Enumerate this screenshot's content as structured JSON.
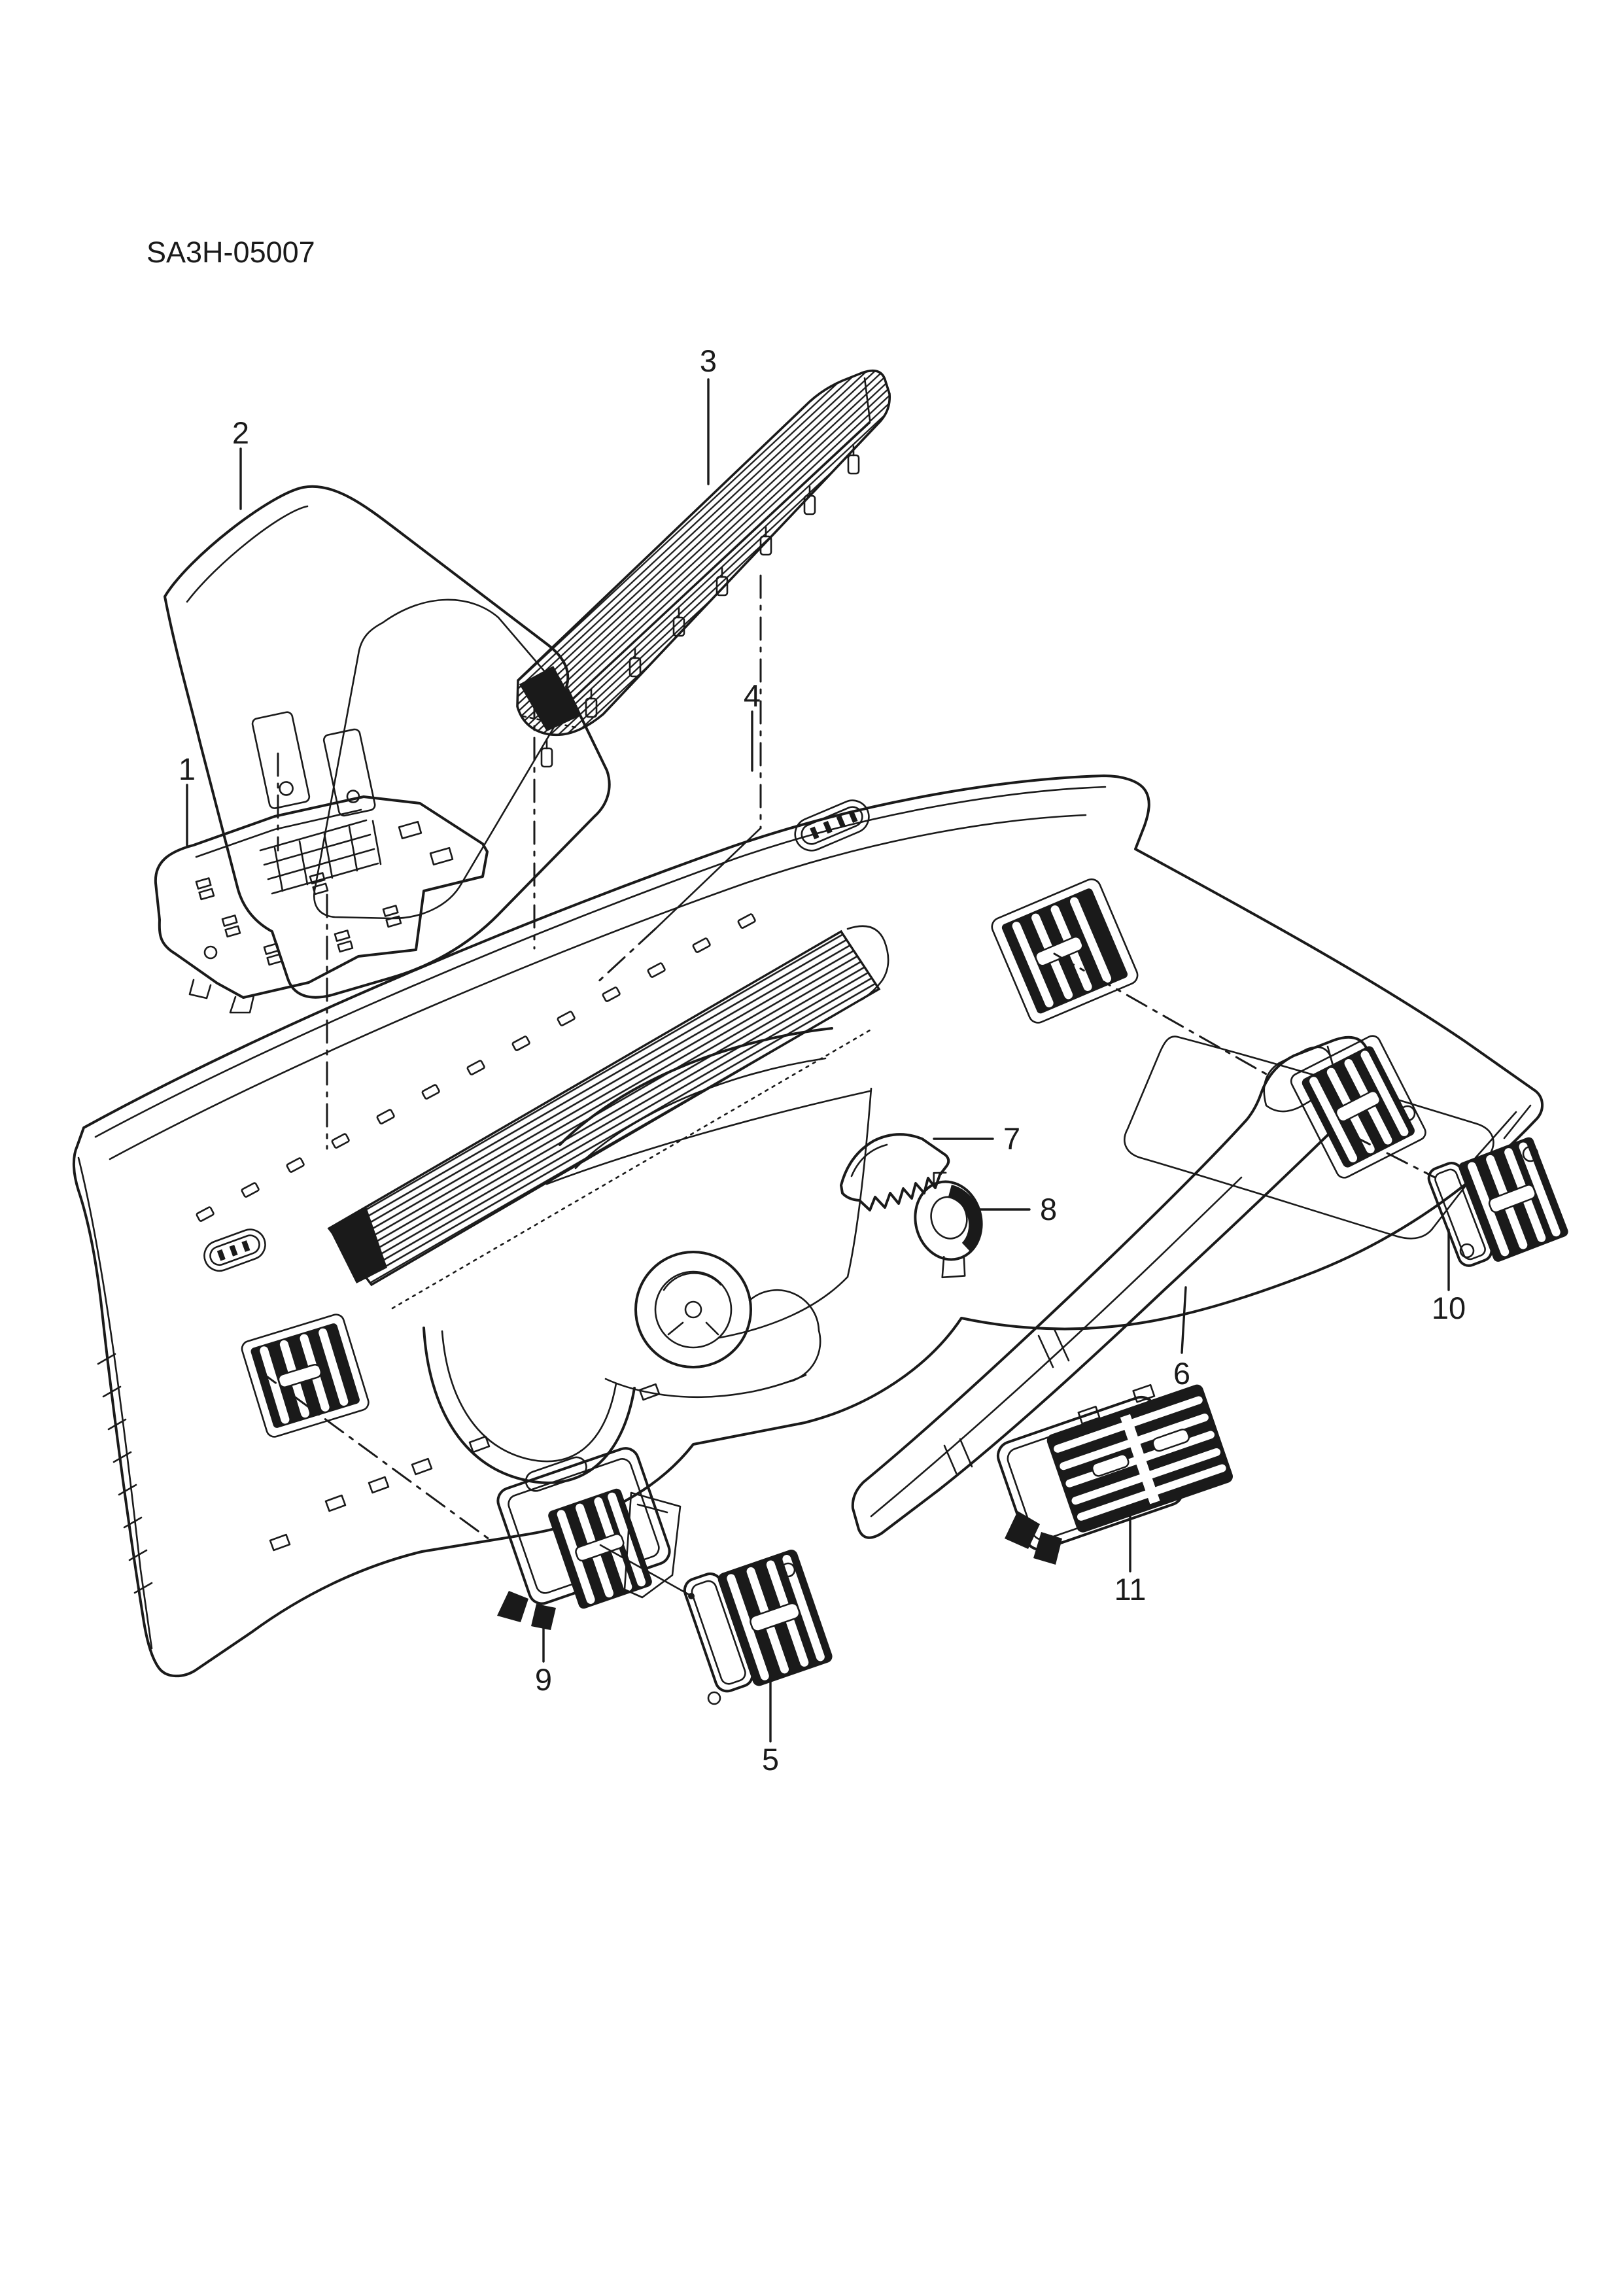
{
  "page": {
    "background_color": "#ffffff",
    "ink_color": "#1a1a1a"
  },
  "header": {
    "figure_code": "SA3H-05007"
  },
  "diagram": {
    "kind": "exploded-parts-line-drawing",
    "subject": "instrument-panel-and-vents",
    "callouts": [
      {
        "label": "1"
      },
      {
        "label": "2"
      },
      {
        "label": "3"
      },
      {
        "label": "4"
      },
      {
        "label": "5"
      },
      {
        "label": "6"
      },
      {
        "label": "7"
      },
      {
        "label": "8"
      },
      {
        "label": "9"
      },
      {
        "label": "10"
      },
      {
        "label": "11"
      }
    ]
  }
}
